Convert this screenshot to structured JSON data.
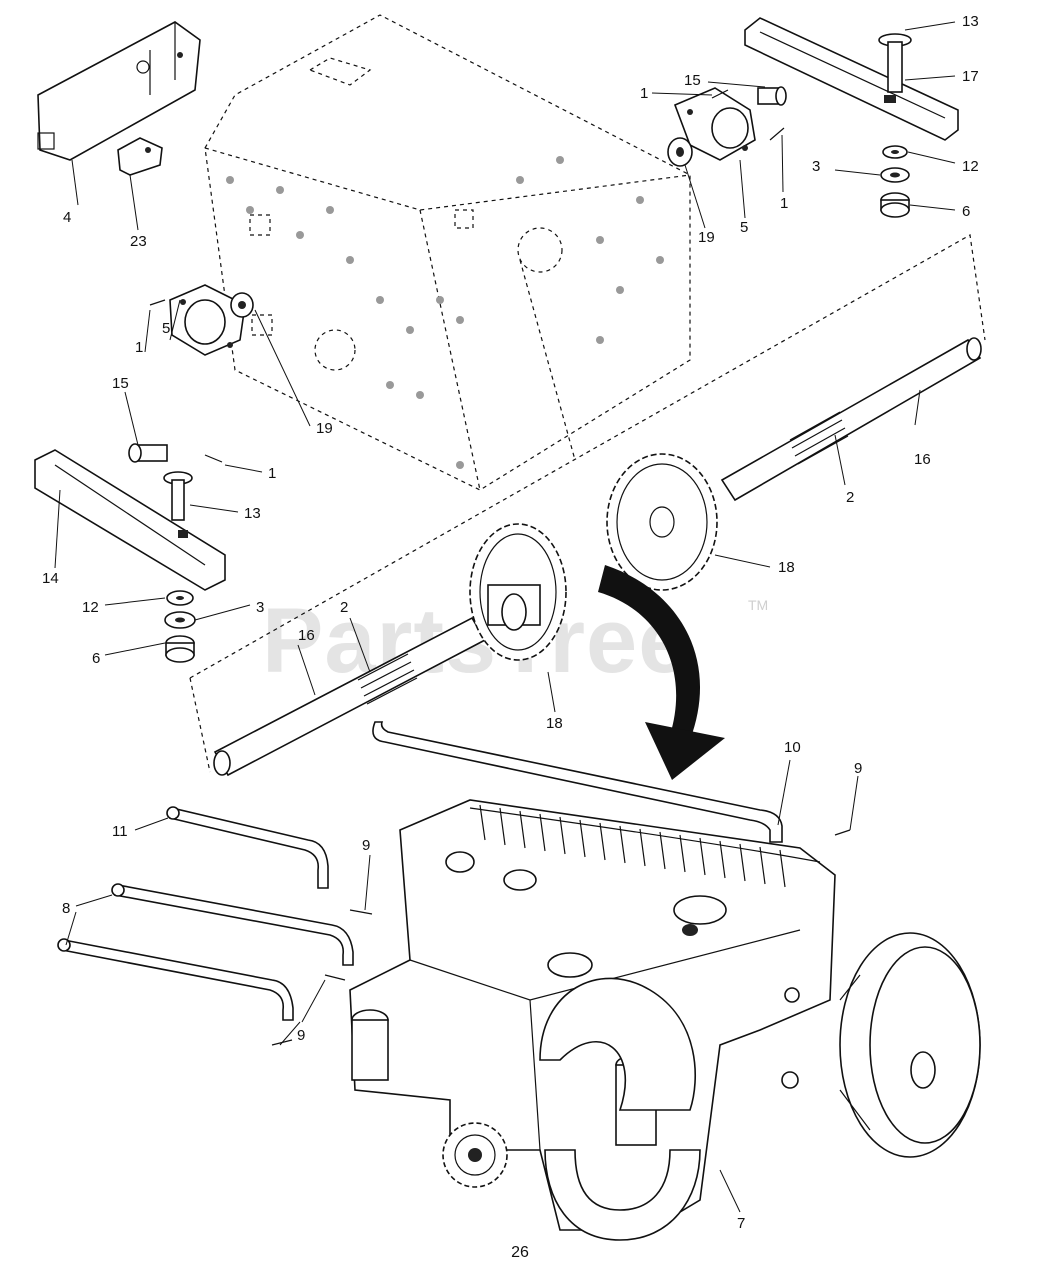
{
  "callouts": {
    "c4": "4",
    "c23": "23",
    "c13a": "13",
    "c17": "17",
    "c12a": "12",
    "c3a": "3",
    "c6a": "6",
    "c15a": "15",
    "c1a": "1",
    "c1b": "1",
    "c19a": "19",
    "c5a": "5",
    "c5b": "5",
    "c1c": "1",
    "c15b": "15",
    "c19b": "19",
    "c1d": "1",
    "c13b": "13",
    "c14": "14",
    "c12b": "12",
    "c3b": "3",
    "c6b": "6",
    "c16a": "16",
    "c2a": "2",
    "c18a": "18",
    "c16b": "16",
    "c2b": "2",
    "c18b": "18",
    "c10": "10",
    "c9a": "9",
    "c11": "11",
    "c9b": "9",
    "c8": "8",
    "c9c": "9",
    "c7": "7"
  },
  "watermark": {
    "text": "PartsTree",
    "trademark": "TM"
  },
  "page_number": "26"
}
